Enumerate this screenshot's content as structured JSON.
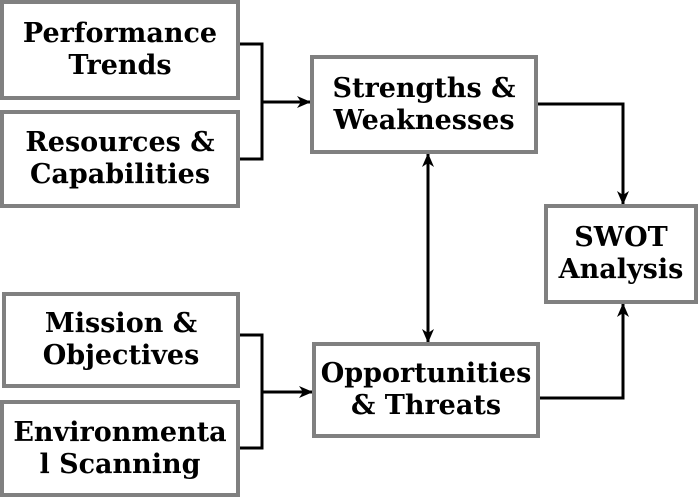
{
  "nodes": {
    "performance_trends": "Performance\nTrends",
    "resources_capabilities": "Resources &\nCapabilities",
    "mission_objectives": "Mission &\nObjectives",
    "environmental_scanning": "Environmenta\nl Scanning",
    "strengths_weaknesses": "Strengths &\nWeaknesses",
    "opportunities_threats": "Opportunities\n& Threats",
    "swot_analysis": "SWOT\nAnalysis"
  },
  "colors": {
    "box_border": "#808080",
    "arrow": "#000000",
    "text": "#000000",
    "background": "#ffffff"
  }
}
